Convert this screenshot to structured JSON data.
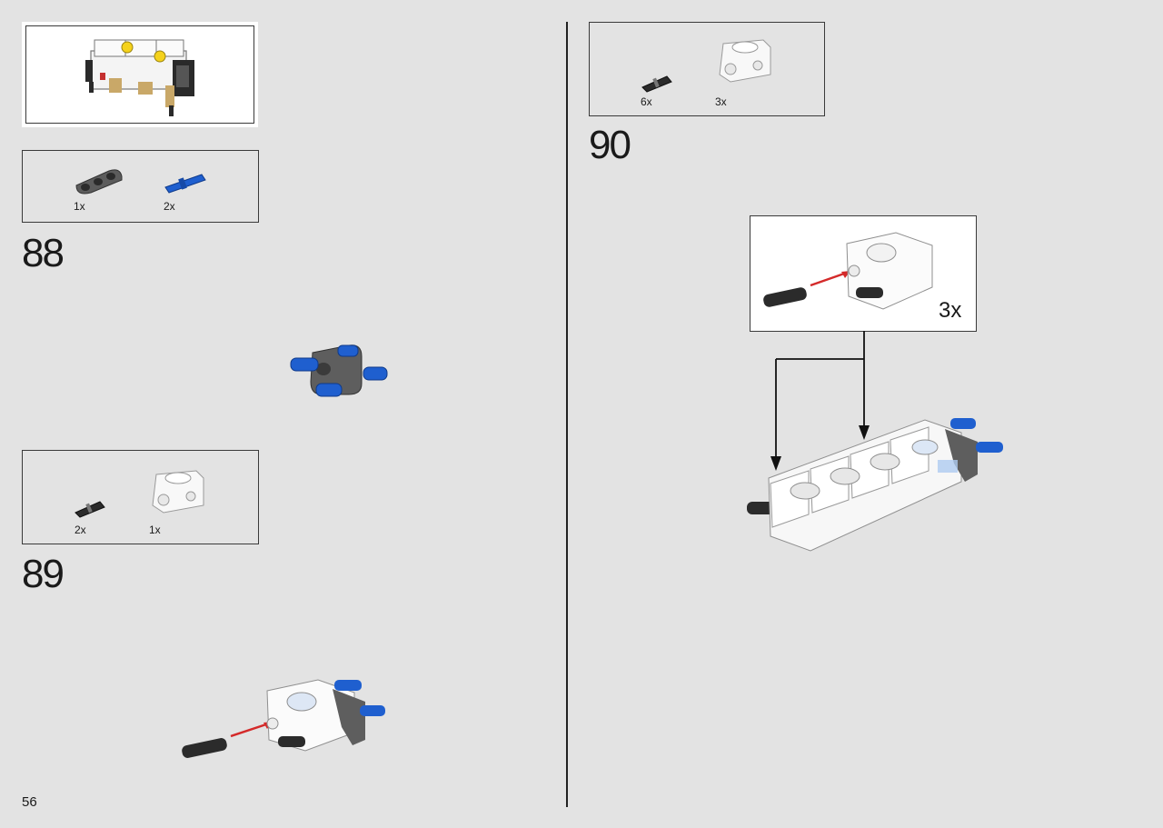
{
  "page": {
    "number": "56"
  },
  "steps": [
    {
      "number": "88",
      "parts": [
        {
          "qty": "1x",
          "name": "beam"
        },
        {
          "qty": "2x",
          "name": "blue-pin"
        }
      ]
    },
    {
      "number": "89",
      "parts": [
        {
          "qty": "2x",
          "name": "black-pin"
        },
        {
          "qty": "1x",
          "name": "cylinder-block"
        }
      ]
    },
    {
      "number": "90",
      "parts": [
        {
          "qty": "6x",
          "name": "black-pin"
        },
        {
          "qty": "3x",
          "name": "cylinder-block"
        }
      ],
      "callout": {
        "multiplier": "3x"
      }
    }
  ],
  "colors": {
    "background": "#e3e3e3",
    "arrow": "#d42a2a",
    "blue": "#1f5fcf",
    "darkgray": "#5a5a5a"
  }
}
